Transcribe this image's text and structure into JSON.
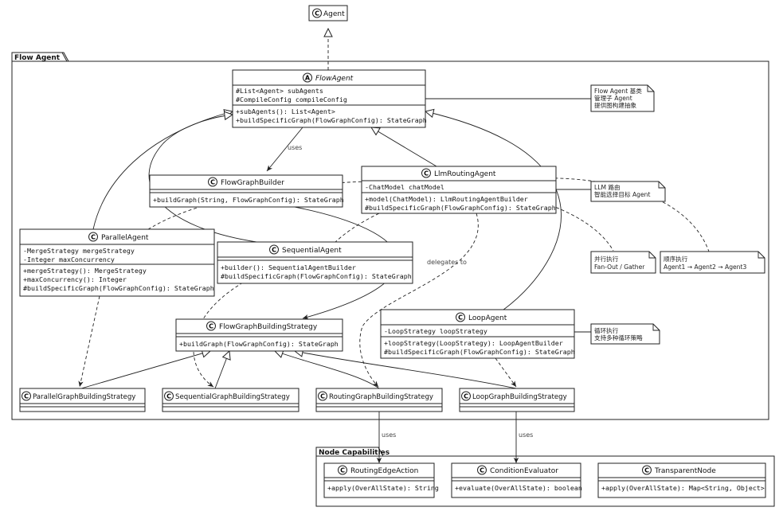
{
  "packages": {
    "flow_agent": "Flow Agent",
    "node_capabilities": "Node Capabilities"
  },
  "classes": {
    "agent": {
      "name": "Agent",
      "stereotype": "C"
    },
    "flow_agent": {
      "name": "FlowAgent",
      "stereotype": "A",
      "fields": [
        "#List<Agent> subAgents",
        "#CompileConfig compileConfig"
      ],
      "methods": [
        "+subAgents(): List<Agent>",
        "+buildSpecificGraph(FlowGraphConfig): StateGraph"
      ]
    },
    "flow_graph_builder": {
      "name": "FlowGraphBuilder",
      "stereotype": "C",
      "methods": [
        "+buildGraph(String, FlowGraphConfig): StateGraph"
      ]
    },
    "llm_routing_agent": {
      "name": "LlmRoutingAgent",
      "stereotype": "C",
      "fields": [
        "-ChatModel chatModel"
      ],
      "methods": [
        "+model(ChatModel): LlmRoutingAgentBuilder",
        "#buildSpecificGraph(FlowGraphConfig): StateGraph"
      ]
    },
    "parallel_agent": {
      "name": "ParallelAgent",
      "stereotype": "C",
      "fields": [
        "-MergeStrategy mergeStrategy",
        "-Integer maxConcurrency"
      ],
      "methods": [
        "+mergeStrategy(): MergeStrategy",
        "+maxConcurrency(): Integer",
        "#buildSpecificGraph(FlowGraphConfig): StateGraph"
      ]
    },
    "sequential_agent": {
      "name": "SequentialAgent",
      "stereotype": "C",
      "methods": [
        "+builder(): SequentialAgentBuilder",
        "#buildSpecificGraph(FlowGraphConfig): StateGraph"
      ]
    },
    "loop_agent": {
      "name": "LoopAgent",
      "stereotype": "C",
      "fields": [
        "-LoopStrategy loopStrategy"
      ],
      "methods": [
        "+loopStrategy(LoopStrategy): LoopAgentBuilder",
        "#buildSpecificGraph(FlowGraphConfig): StateGraph"
      ]
    },
    "flow_graph_building_strategy": {
      "name": "FlowGraphBuildingStrategy",
      "stereotype": "C",
      "methods": [
        "+buildGraph(FlowGraphConfig): StateGraph"
      ]
    },
    "parallel_gbs": {
      "name": "ParallelGraphBuildingStrategy",
      "stereotype": "C"
    },
    "sequential_gbs": {
      "name": "SequentialGraphBuildingStrategy",
      "stereotype": "C"
    },
    "routing_gbs": {
      "name": "RoutingGraphBuildingStrategy",
      "stereotype": "C"
    },
    "loop_gbs": {
      "name": "LoopGraphBuildingStrategy",
      "stereotype": "C"
    },
    "routing_edge_action": {
      "name": "RoutingEdgeAction",
      "stereotype": "C",
      "methods": [
        "+apply(OverAllState): String"
      ]
    },
    "condition_evaluator": {
      "name": "ConditionEvaluator",
      "stereotype": "C",
      "methods": [
        "+evaluate(OverAllState): boolean"
      ]
    },
    "transparent_node": {
      "name": "TransparentNode",
      "stereotype": "C",
      "methods": [
        "+apply(OverAllState): Map<String, Object>"
      ]
    }
  },
  "notes": {
    "flow_agent_note": [
      "Flow Agent 基类",
      "管理子 Agent",
      "提供图构建抽象"
    ],
    "llm_note": [
      "LLM 路由",
      "智能选择目标 Agent"
    ],
    "parallel_note": [
      "并行执行",
      "Fan-Out / Gather"
    ],
    "sequential_note": [
      "顺序执行",
      "Agent1 → Agent2 → Agent3"
    ],
    "loop_note": [
      "循环执行",
      "支持多种循环策略"
    ]
  },
  "edge_labels": {
    "uses": "uses",
    "delegates_to": "delegates to",
    "uses_routing": "uses",
    "uses_loop": "uses"
  }
}
